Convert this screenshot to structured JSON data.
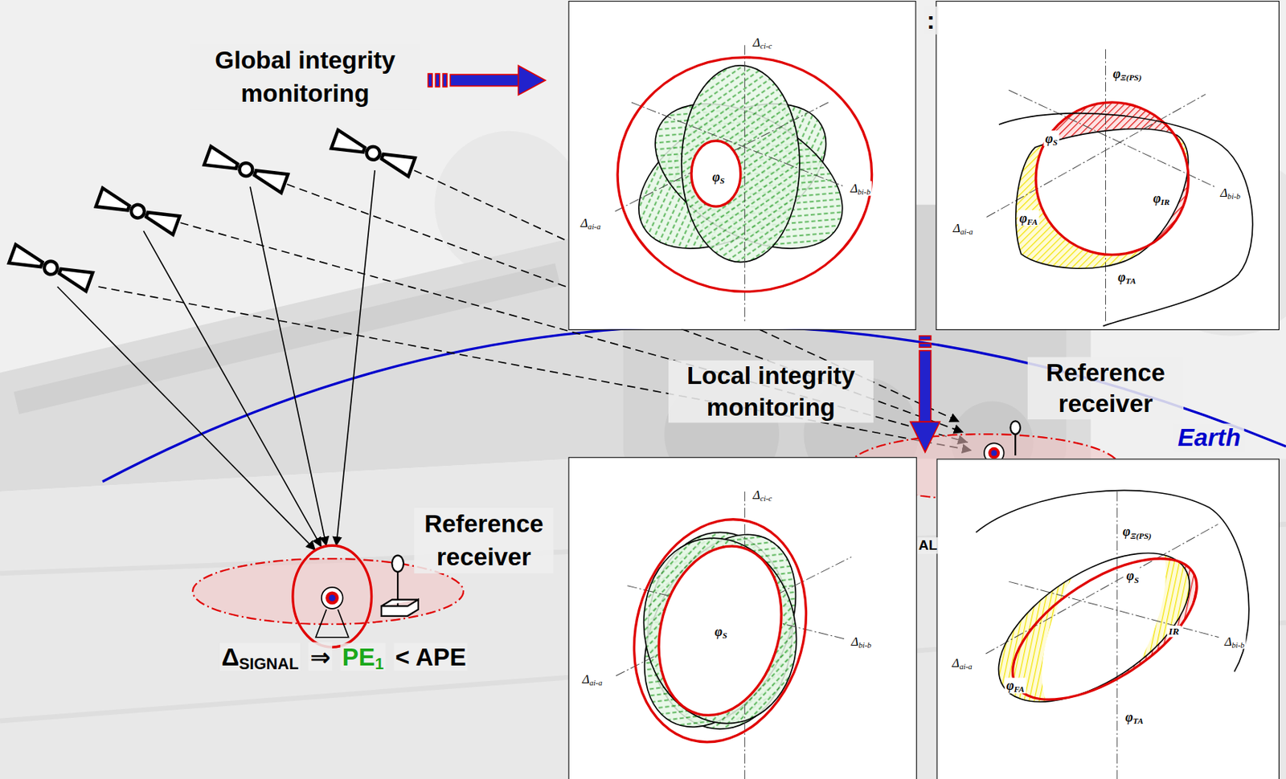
{
  "diagram": {
    "nodes": [
      {
        "text": [
          "Δci-c",
          "φS",
          "Δbi-b",
          "Δai-a"
        ]
      },
      {
        "text": [
          "φΞ(PS)",
          "φS",
          "Δbi-b",
          "φIR",
          "Δai-a",
          "φFA",
          "φTA"
        ]
      },
      {
        "text": [
          "Δci-c",
          "φS",
          "Δbi-b",
          "Δai-a"
        ]
      },
      {
        "text": [
          "φΞ(PS)",
          "φS",
          "IR",
          "Δbi-b",
          "Δai-a",
          "φFA",
          "φTA"
        ]
      }
    ],
    "labels": [
      "Global integrity monitoring",
      ":",
      "Local integrity monitoring",
      "Reference receiver",
      "Earth",
      "AL",
      "Reference receiver",
      "ΔSIGNAL",
      "⇒",
      "PE1",
      "< APE"
    ]
  }
}
